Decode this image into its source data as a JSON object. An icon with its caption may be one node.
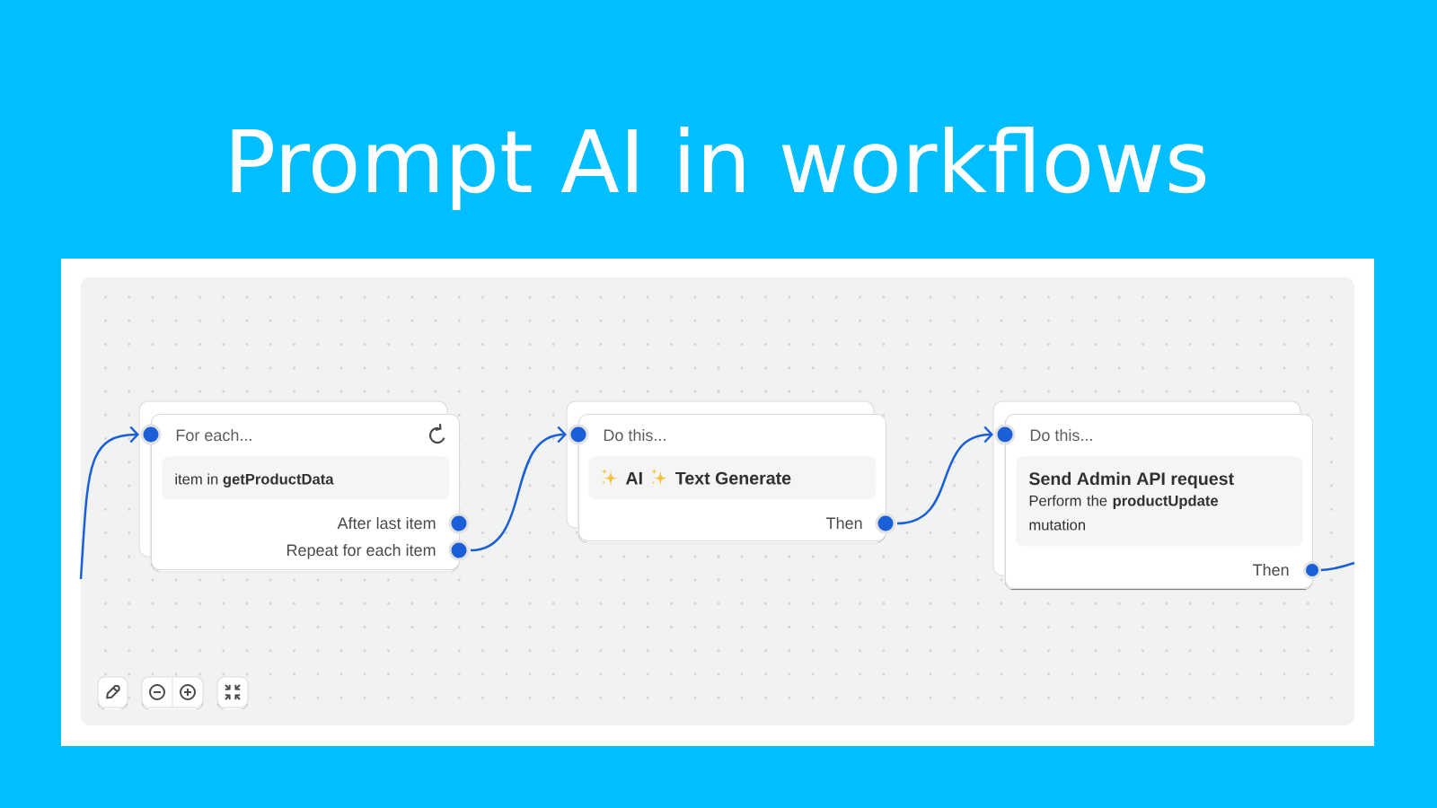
{
  "diagram": {
    "title": "Prompt AI in workflows",
    "nodes": [
      {
        "text": [
          "For each...",
          "After last item",
          "Repeat for each item"
        ]
      },
      {
        "text": [
          "item in **getProductData**"
        ],
        "in": 0
      },
      {
        "text": [
          "Do this...",
          "Then"
        ]
      },
      {
        "text": [
          "AI",
          "Text Generate"
        ],
        "in": 2
      },
      {
        "text": [
          "Do this...",
          "Then"
        ]
      },
      {
        "text": [
          "Send Admin API request",
          "Perform the **productUpdate** mutation"
        ],
        "in": 4
      }
    ],
    "edges": [
      {
        "from": null,
        "to": 0,
        "arrow": "to"
      },
      {
        "from": 0,
        "to": 2,
        "arrow": "to"
      },
      {
        "from": 2,
        "to": 4,
        "arrow": "to"
      },
      {
        "from": 4,
        "to": null,
        "arrow": "other"
      }
    ]
  }
}
